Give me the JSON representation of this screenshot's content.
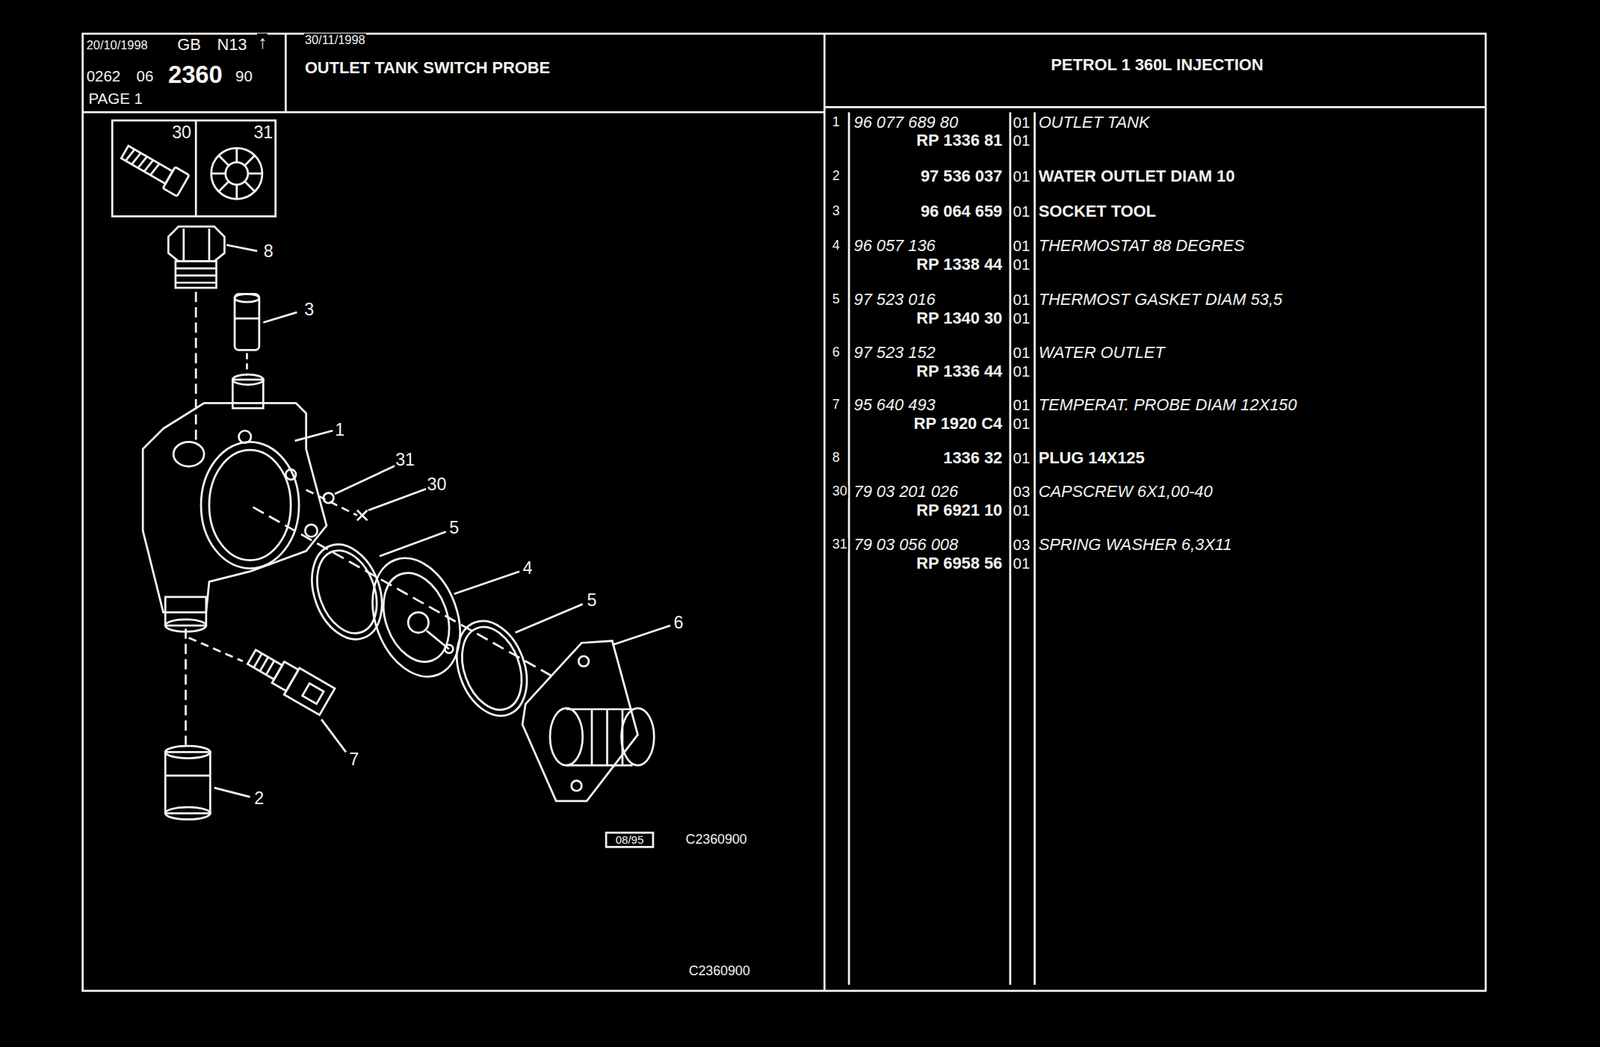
{
  "diagram": {
    "title": "OUTLET TANK SWITCH PROBE",
    "labels": [
      "20/10/1998",
      "GB",
      "N13",
      "↑",
      "0262",
      "06",
      "2360",
      "90",
      "PAGE 1",
      "30/11/1998",
      "PETROL 1 360L INJECTION",
      "1",
      "96 077 689 80",
      "RP 1336 81",
      "01",
      "01",
      "OUTLET TANK",
      "2",
      "97 536 037",
      "01",
      "WATER OUTLET DIAM 10",
      "3",
      "96 064 659",
      "01",
      "SOCKET TOOL",
      "4",
      "96 057 136",
      "RP 1338 44",
      "01",
      "01",
      "THERMOSTAT 88 DEGRES",
      "5",
      "97 523 016",
      "RP 1340 30",
      "01",
      "01",
      "THERMOST GASKET DIAM 53,5",
      "6",
      "97 523 152",
      "RP 1336 44",
      "01",
      "01",
      "WATER OUTLET",
      "7",
      "95 640 493",
      "RP 1920 C4",
      "01",
      "01",
      "TEMPERAT. PROBE DIAM 12X150",
      "8",
      "1336 32",
      "01",
      "PLUG 14X125",
      "30",
      "79 03 201 026",
      "RP 6921 10",
      "03",
      "01",
      "CAPSCREW 6X1,00-40",
      "31",
      "79 03 056 008",
      "RP 6958 56",
      "03",
      "01",
      "SPRING WASHER 6,3X11",
      "30",
      "31",
      "8",
      "3",
      "1",
      "31",
      "30",
      "5",
      "4",
      "5",
      "6",
      "7",
      "2",
      "08/95",
      "C2360900",
      "C2360900"
    ]
  }
}
